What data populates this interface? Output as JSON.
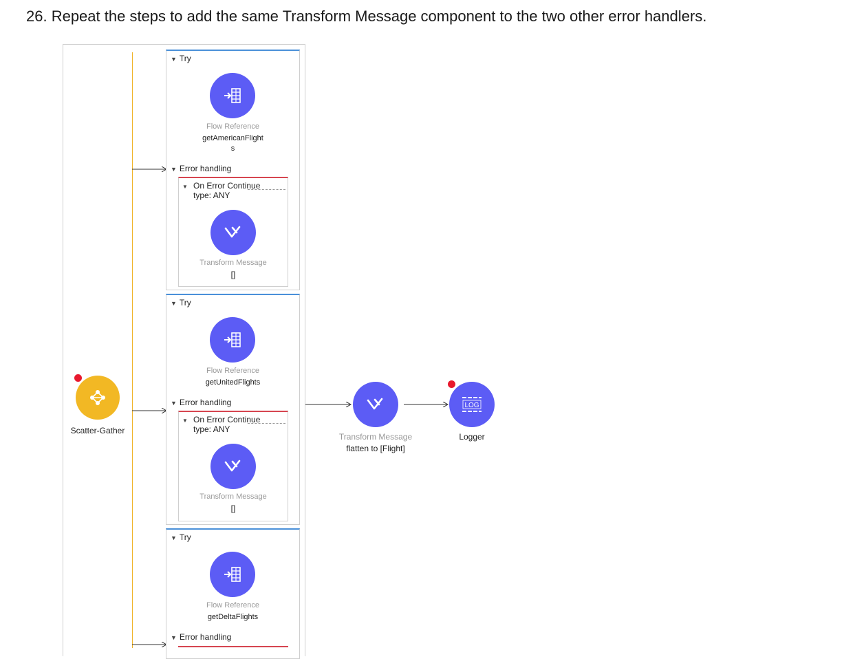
{
  "heading": "26. Repeat the steps to add the same Transform Message component to the two other error handlers.",
  "scatter_gather": {
    "label": "Scatter-Gather",
    "icon": "scatter-gather-icon"
  },
  "routes": [
    {
      "try_label": "Try",
      "flow_ref": {
        "type": "Flow Reference",
        "name_line1": "getAmericanFlight",
        "name_line2": "s"
      },
      "error_handling_label": "Error handling",
      "on_error": {
        "title": "On Error Continue",
        "type": "type: ANY",
        "transform": {
          "type": "Transform Message",
          "value": "[]"
        }
      }
    },
    {
      "try_label": "Try",
      "flow_ref": {
        "type": "Flow Reference",
        "name_line1": "getUnitedFlights",
        "name_line2": ""
      },
      "error_handling_label": "Error handling",
      "on_error": {
        "title": "On Error Continue",
        "type": "type: ANY",
        "transform": {
          "type": "Transform Message",
          "value": "[]"
        }
      }
    },
    {
      "try_label": "Try",
      "flow_ref": {
        "type": "Flow Reference",
        "name_line1": "getDeltaFlights",
        "name_line2": ""
      },
      "error_handling_label": "Error handling"
    }
  ],
  "after": {
    "transform": {
      "type": "Transform Message",
      "name": "flatten to [Flight]"
    },
    "logger": {
      "name": "Logger",
      "icon_text": "LOG"
    }
  },
  "colors": {
    "component_blue": "#5c5cf5",
    "scatter_yellow": "#f2b824",
    "try_border": "#4a90d9",
    "error_border": "#d64550",
    "breakpoint": "#e8192e"
  }
}
